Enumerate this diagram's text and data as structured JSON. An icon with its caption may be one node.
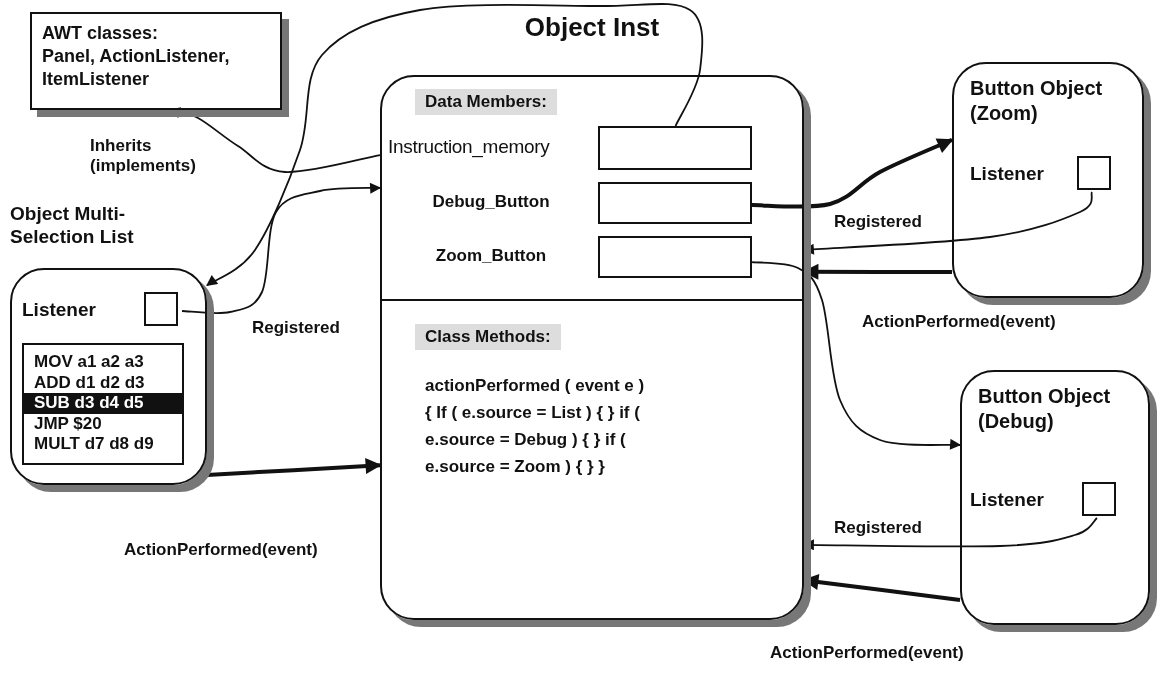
{
  "diagram": {
    "nodes": [
      {
        "text": [
          "AWT classes:",
          "Panel, ActionListener, ItemListener"
        ]
      },
      {
        "text": [
          "Object Multi-Selection List"
        ]
      },
      {
        "text": [
          "Listener"
        ],
        "in": 1
      },
      {
        "text": [
          "MOV a1 a2 a3",
          "ADD d1 d2 d3",
          "SUB d3 d4 d5",
          "JMP $20",
          "MULT d7 d8 d9"
        ],
        "in": 1
      },
      {
        "text": [
          "Object Inst"
        ]
      },
      {
        "text": [
          "Data Members:"
        ],
        "in": 4
      },
      {
        "text": [
          "Instruction_memory"
        ],
        "in": 5
      },
      {
        "text": [
          "Debug_Button"
        ],
        "in": 5
      },
      {
        "text": [
          "Zoom_Button"
        ],
        "in": 5
      },
      {
        "text": [
          "Class Methods:",
          "actionPerformed ( event e ) { If ( e.source = List ) { } if ( e.source = Debug ) { } if ( e.source = Zoom ) { } }"
        ],
        "in": 4
      },
      {
        "text": [
          "Button Object (Zoom)"
        ]
      },
      {
        "text": [
          "Listener"
        ],
        "in": 10
      },
      {
        "text": [
          "Button Object (Debug)"
        ]
      },
      {
        "text": [
          "Listener"
        ],
        "in": 12
      }
    ],
    "edges": [
      {
        "from": 6,
        "to": 1,
        "arrow": "to"
      },
      {
        "from": 4,
        "to": 0,
        "arrow": "to",
        "label": "Inherits (implements)"
      },
      {
        "from": 2,
        "to": 4,
        "arrow": "to",
        "label": "Registered"
      },
      {
        "from": 1,
        "to": 4,
        "arrow": "to",
        "label": "ActionPerformed(event)",
        "style": "thick"
      },
      {
        "from": 7,
        "to": 10,
        "arrow": "to",
        "style": "thick"
      },
      {
        "from": 8,
        "to": 12,
        "arrow": "to"
      },
      {
        "from": 11,
        "to": 4,
        "arrow": "to",
        "label": "Registered"
      },
      {
        "from": 10,
        "to": 4,
        "arrow": "to",
        "label": "ActionPerformed(event)",
        "style": "thick"
      },
      {
        "from": 13,
        "to": 4,
        "arrow": "to",
        "label": "Registered"
      },
      {
        "from": 12,
        "to": 4,
        "arrow": "to",
        "label": "ActionPerformed(event)",
        "style": "thick"
      }
    ]
  }
}
